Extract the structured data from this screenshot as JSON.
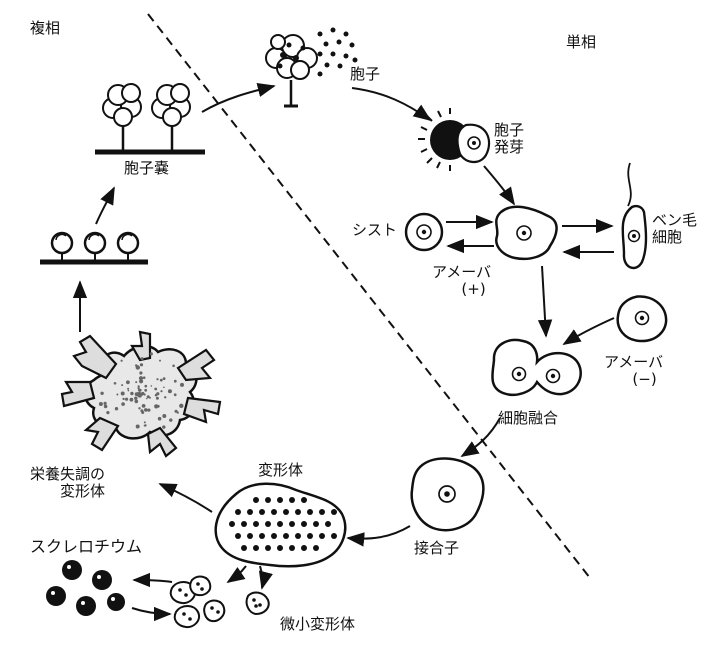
{
  "phases": {
    "diploid": "複相",
    "haploid": "単相"
  },
  "labels": {
    "sporangium": "胞子嚢",
    "spore": "胞子",
    "spore_germination": [
      "胞子",
      "発芽"
    ],
    "cyst": "シスト",
    "flagellate_cell": [
      "ベン毛",
      "細胞"
    ],
    "amoeba_plus": [
      "アメーバ",
      "(+)"
    ],
    "amoeba_minus": [
      "アメーバ",
      "(−)"
    ],
    "cell_fusion": "細胞融合",
    "zygote": "接合子",
    "plasmodium": "変形体",
    "starved_plasmodium": [
      "栄養失調の",
      "変形体"
    ],
    "sclerotium": "スクレロチウム",
    "microplasmodium": "微小変形体"
  }
}
